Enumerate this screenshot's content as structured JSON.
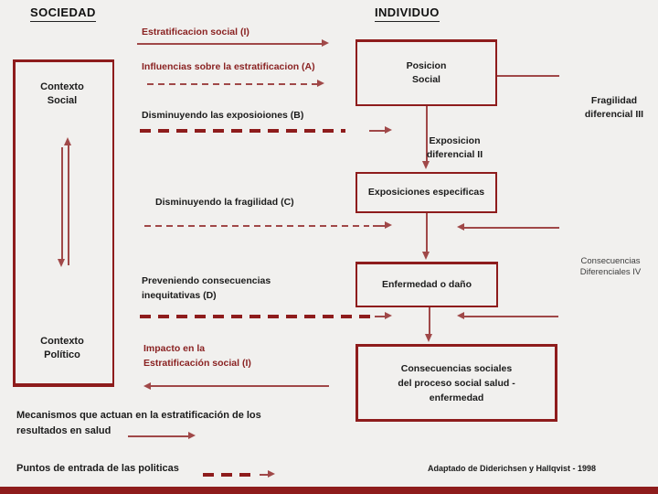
{
  "colors": {
    "maroon": "#8e1c1c",
    "line_red": "#a04848",
    "maroon_text": "#8a2222",
    "background": "#f1f0ee",
    "text_black": "#1b1b1b",
    "text_gray": "#3d3d3d"
  },
  "headers": {
    "society": "SOCIEDAD",
    "individual": "INDIVIDUO"
  },
  "context_panel": {
    "social": {
      "line1": "Contexto",
      "line2": "Social"
    },
    "politico": {
      "line1": "Contexto",
      "line2": "Político"
    }
  },
  "mechanism_labels": {
    "stratification": "Estratificacion social (I)",
    "influences": "Influencias sobre la estratificacion (A)",
    "reduce_exposures": "Disminuyendo las exposioiones (B)",
    "reduce_fragility": "Disminuyendo la fragilidad (C)",
    "prevent_consequences": {
      "line1": "Preveniendo consecuencias",
      "line2": "inequitativas (D)"
    },
    "impact": {
      "line1": "Impacto en la",
      "line2": "Estratificación social (I)"
    }
  },
  "process_boxes": {
    "social_position": {
      "line1": "Posicion",
      "line2": "Social"
    },
    "specific_exposures": "Exposiciones especificas",
    "disease": "Enfermedad o daño",
    "social_consequences": {
      "line1": "Consecuencias sociales",
      "line2": "del proceso social salud -",
      "line3": "enfermedad"
    }
  },
  "differential_labels": {
    "exposure": {
      "line1": "Exposicion",
      "line2": "diferencial II"
    },
    "fragility": {
      "line1": "Fragilidad",
      "line2": "diferencial III"
    },
    "consequences": {
      "line1": "Consecuencias",
      "line2": "Diferenciales IV"
    }
  },
  "legend": {
    "mechanisms": {
      "line1": "Mecanismos que actuan en la estratificación de los",
      "line2": "resultados en salud"
    },
    "entry_points": "Puntos de entrada de las politicas"
  },
  "footer": {
    "credit": "Adaptado de Diderichsen y Hallqvist - 1998"
  }
}
